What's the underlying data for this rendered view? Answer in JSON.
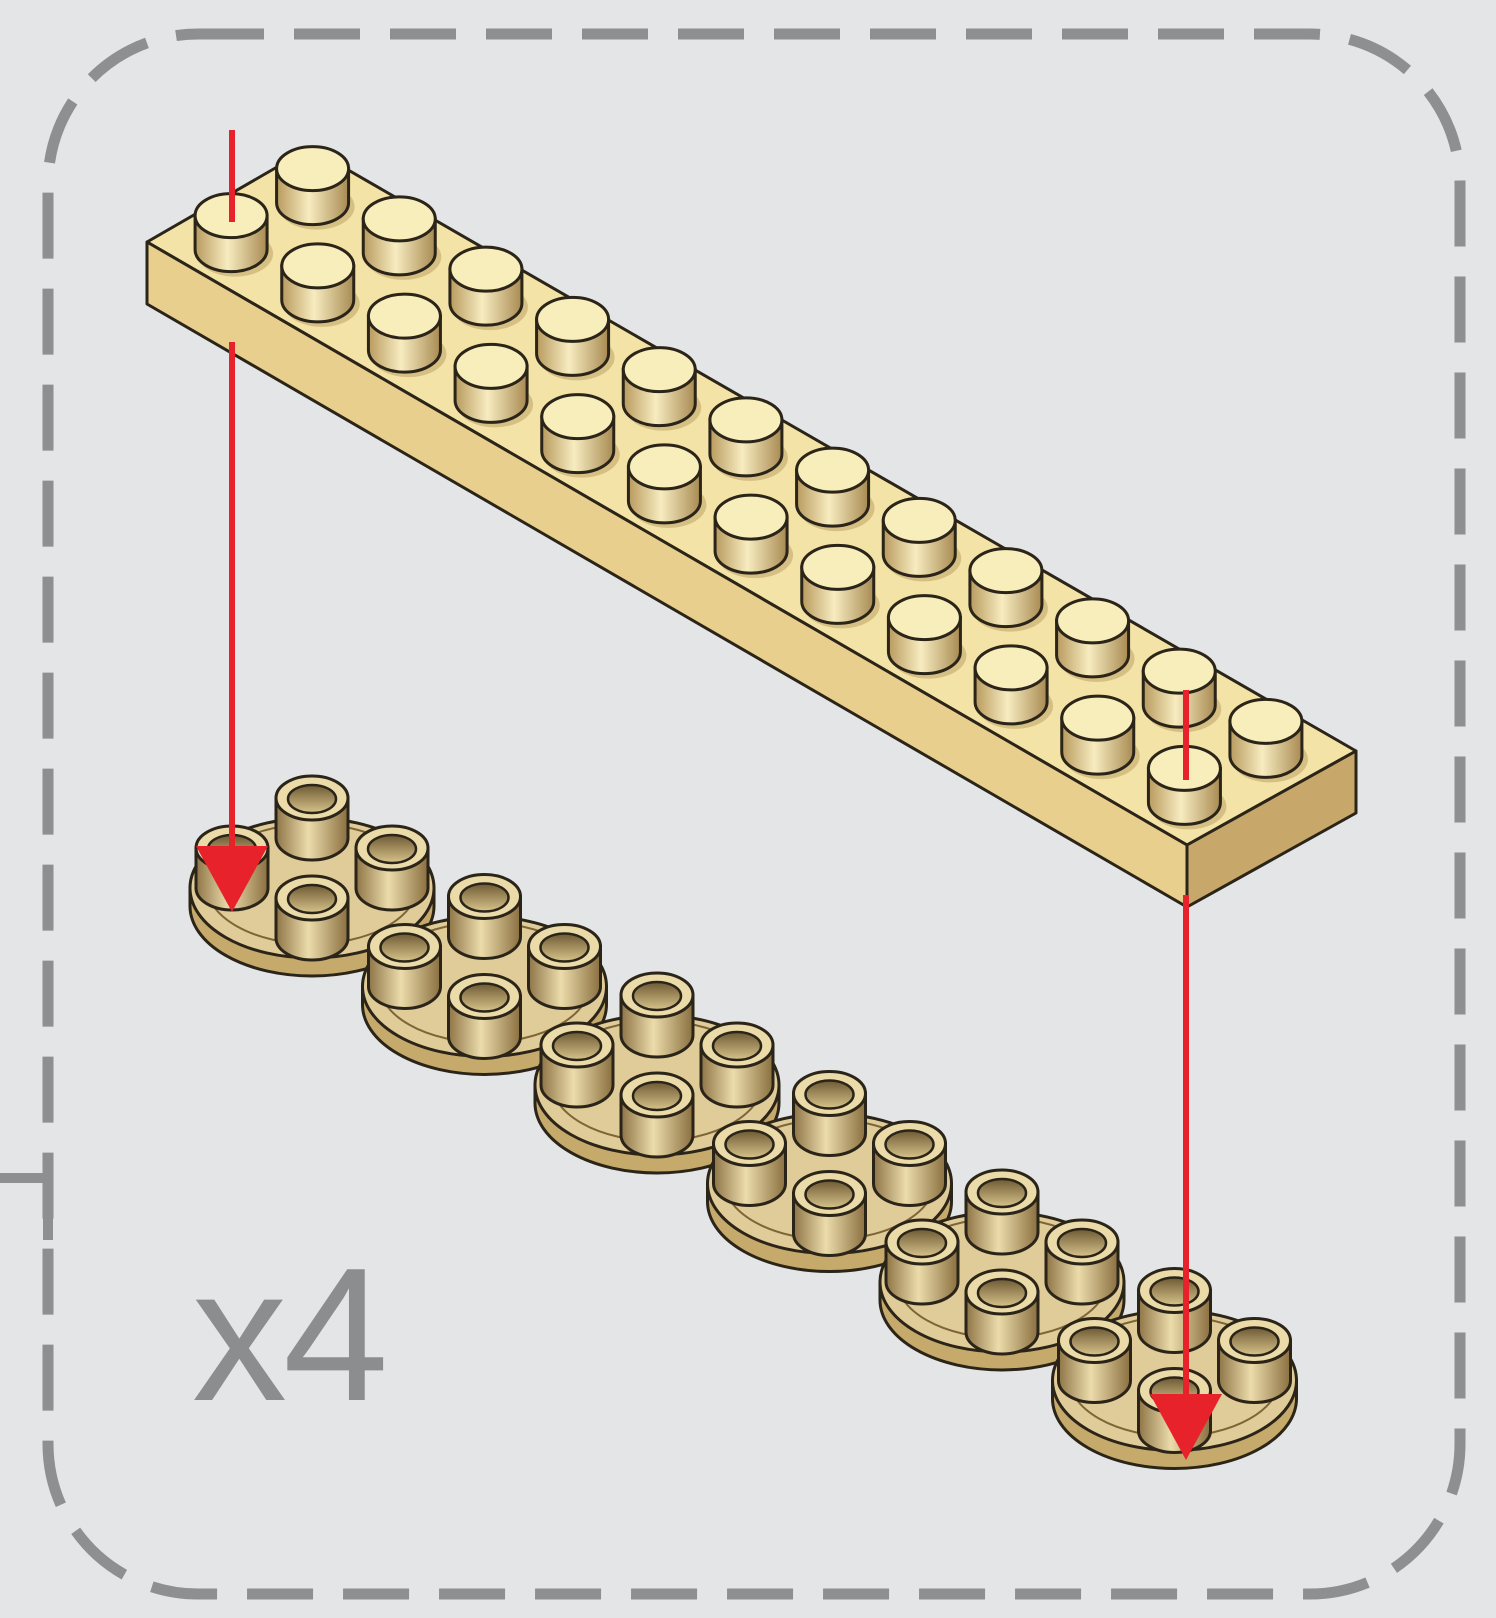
{
  "step": {
    "quantity_label": "x4"
  },
  "parts": {
    "plate": {
      "name": "plate-2x12",
      "studs": 24,
      "color": "#f3e3a6"
    },
    "round_plates": {
      "count": 6,
      "color": "#e0cc98"
    }
  },
  "colors": {
    "background": "#e4e5e6",
    "frame_dash": "#8d8f90",
    "arrow": "#e8222b",
    "outline": "#2b2418"
  }
}
